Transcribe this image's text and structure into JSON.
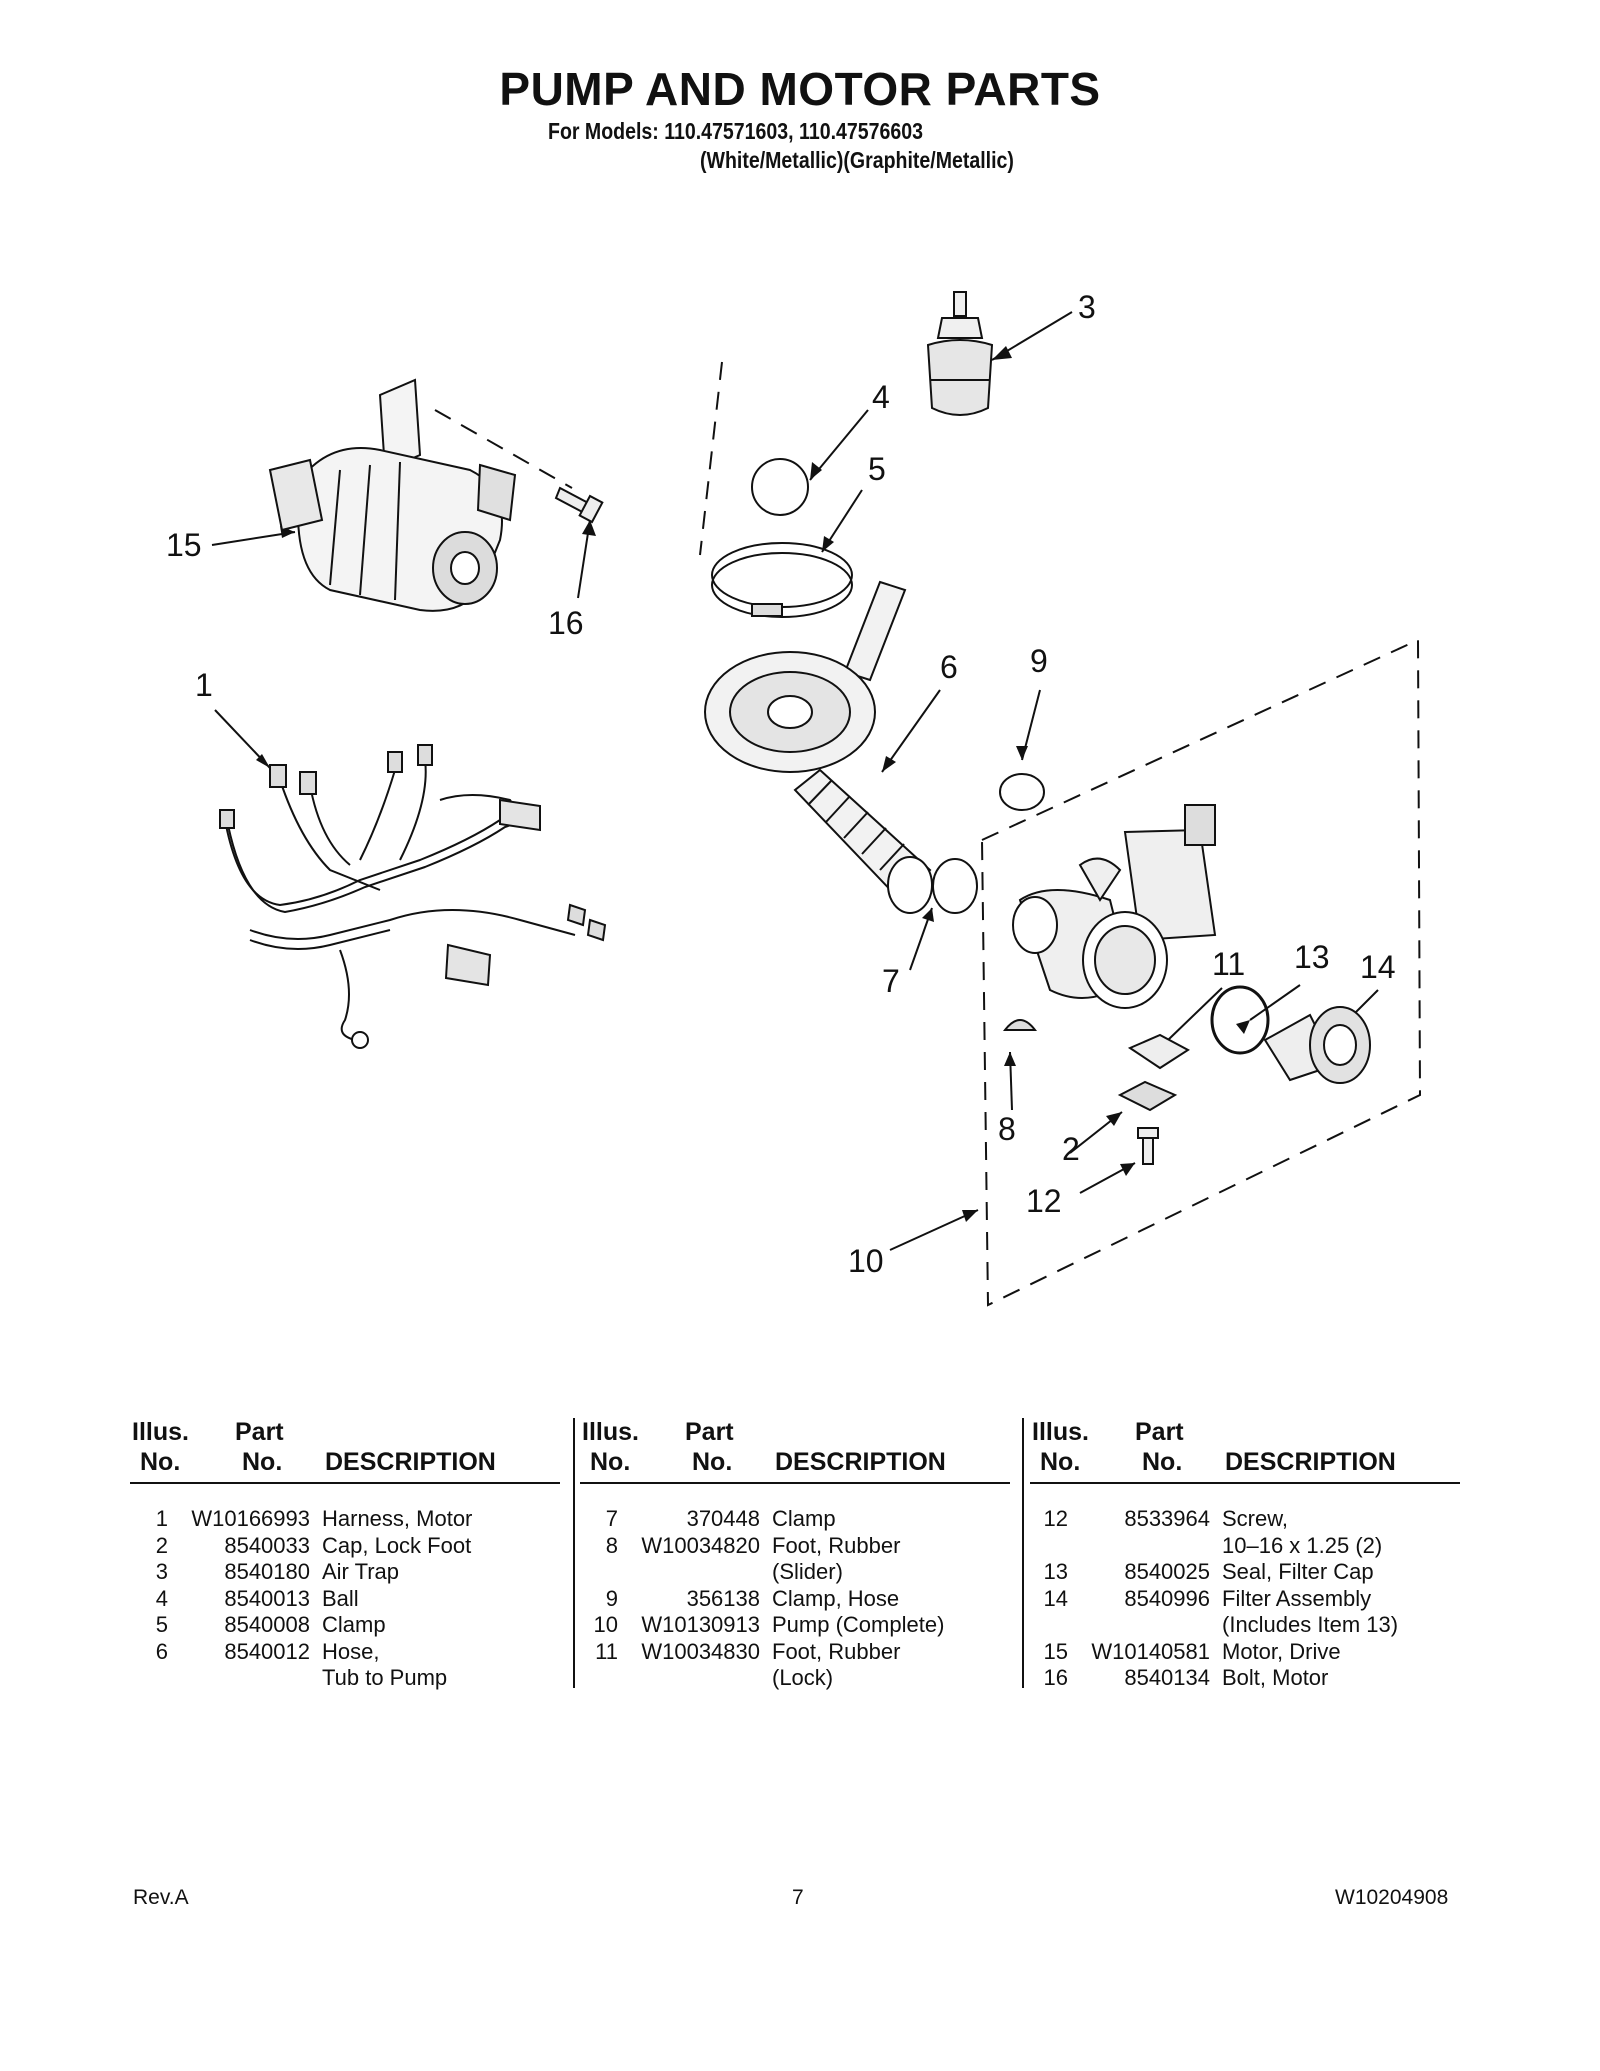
{
  "title": "PUMP AND MOTOR PARTS",
  "models_line": "For Models: 110.47571603, 110.47576603",
  "colors_line": "(White/Metallic)(Graphite/Metallic)",
  "callouts": [
    "1",
    "2",
    "3",
    "4",
    "5",
    "6",
    "7",
    "8",
    "9",
    "10",
    "11",
    "12",
    "13",
    "14",
    "15",
    "16"
  ],
  "table_headers": {
    "illus_top": "Illus.",
    "illus_bottom": "No.",
    "part_top": "Part",
    "part_bottom": "No.",
    "description": "DESCRIPTION"
  },
  "columns": [
    {
      "rows": [
        {
          "no": "1",
          "part": "W10166993",
          "desc": "Harness, Motor"
        },
        {
          "no": "2",
          "part": "8540033",
          "desc": "Cap, Lock Foot"
        },
        {
          "no": "3",
          "part": "8540180",
          "desc": "Air Trap"
        },
        {
          "no": "4",
          "part": "8540013",
          "desc": "Ball"
        },
        {
          "no": "5",
          "part": "8540008",
          "desc": "Clamp"
        },
        {
          "no": "6",
          "part": "8540012",
          "desc": "Hose,"
        },
        {
          "no": "",
          "part": "",
          "desc": "Tub to Pump"
        }
      ]
    },
    {
      "rows": [
        {
          "no": "7",
          "part": "370448",
          "desc": "Clamp"
        },
        {
          "no": "8",
          "part": "W10034820",
          "desc": "Foot, Rubber"
        },
        {
          "no": "",
          "part": "",
          "desc": "(Slider)"
        },
        {
          "no": "9",
          "part": "356138",
          "desc": "Clamp, Hose"
        },
        {
          "no": "10",
          "part": "W10130913",
          "desc": "Pump (Complete)"
        },
        {
          "no": "11",
          "part": "W10034830",
          "desc": "Foot, Rubber"
        },
        {
          "no": "",
          "part": "",
          "desc": "(Lock)"
        }
      ]
    },
    {
      "rows": [
        {
          "no": "12",
          "part": "8533964",
          "desc": "Screw,"
        },
        {
          "no": "",
          "part": "",
          "desc": "10–16 x 1.25 (2)"
        },
        {
          "no": "13",
          "part": "8540025",
          "desc": "Seal, Filter Cap"
        },
        {
          "no": "14",
          "part": "8540996",
          "desc": "Filter Assembly"
        },
        {
          "no": "",
          "part": "",
          "desc": "(Includes Item 13)"
        },
        {
          "no": "15",
          "part": "W10140581",
          "desc": "Motor, Drive"
        },
        {
          "no": "16",
          "part": "8540134",
          "desc": "Bolt, Motor"
        }
      ]
    }
  ],
  "footer": {
    "rev": "Rev.A",
    "page": "7",
    "doc_no": "W10204908"
  }
}
